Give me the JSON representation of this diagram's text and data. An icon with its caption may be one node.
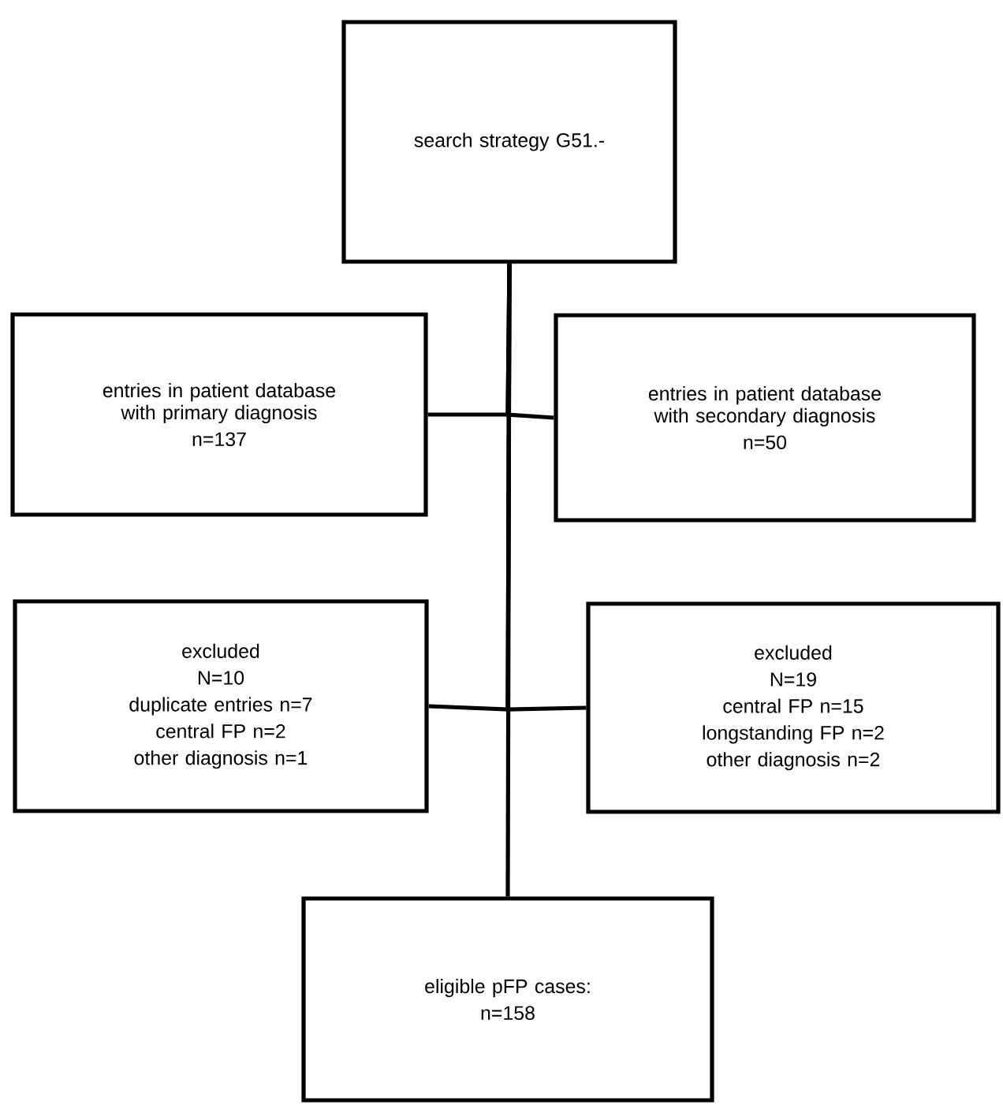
{
  "diagram": {
    "nodes": [
      {
        "text": [
          "search strategy G51.-"
        ]
      },
      {
        "text": [
          "entries in patient database with primary diagnosis",
          "n=137"
        ]
      },
      {
        "text": [
          "entries in patient database with secondary diagnosis",
          "n=50"
        ]
      },
      {
        "text": [
          "excluded",
          "N=10",
          "duplicate entries n=7",
          "central FP n=2",
          "other diagnosis n=1"
        ]
      },
      {
        "text": [
          "excluded",
          "N=19",
          "central FP n=15",
          "longstanding FP n=2",
          "other diagnosis n=2"
        ]
      },
      {
        "text": [
          "eligible pFP cases:",
          "n=158"
        ]
      }
    ],
    "edges": [
      {
        "from": 0,
        "to": 1,
        "arrow": "none"
      },
      {
        "from": 0,
        "to": 2,
        "arrow": "none"
      },
      {
        "from": 0,
        "to": 3,
        "arrow": "none"
      },
      {
        "from": 0,
        "to": 4,
        "arrow": "none"
      },
      {
        "from": 0,
        "to": 5,
        "arrow": "none"
      }
    ]
  }
}
